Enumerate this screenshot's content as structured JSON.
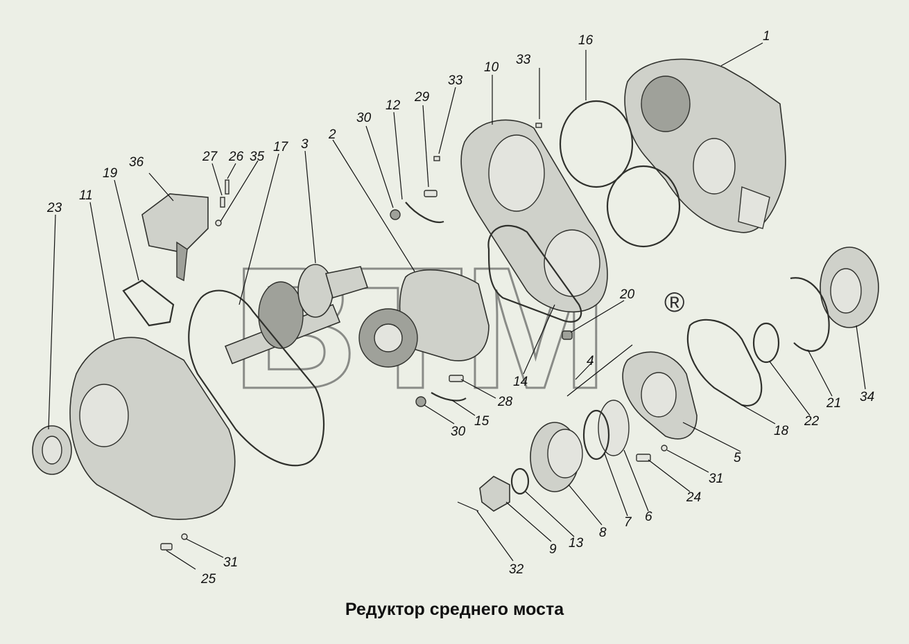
{
  "caption": "Редуктор среднего моста",
  "watermark": {
    "text": "BTM",
    "registered_symbol": "®"
  },
  "callouts": {
    "c1": "1",
    "c2": "2",
    "c3": "3",
    "c4": "4",
    "c5": "5",
    "c6": "6",
    "c7": "7",
    "c8": "8",
    "c9": "9",
    "c10": "10",
    "c11": "11",
    "c12": "12",
    "c13": "13",
    "c14": "14",
    "c15": "15",
    "c16": "16",
    "c17": "17",
    "c18": "18",
    "c19": "19",
    "c20": "20",
    "c21": "21",
    "c22": "22",
    "c23": "23",
    "c24": "24",
    "c25": "25",
    "c26": "26",
    "c27": "27",
    "c28": "28",
    "c29": "29",
    "c30a": "30",
    "c30b": "30",
    "c31a": "31",
    "c31b": "31",
    "c32": "32",
    "c33a": "33",
    "c33b": "33",
    "c34": "34",
    "c35": "35",
    "c36": "36"
  },
  "colors": {
    "background": "#ecefe6",
    "part": "#cfd1ca",
    "outline": "#2f302c"
  }
}
